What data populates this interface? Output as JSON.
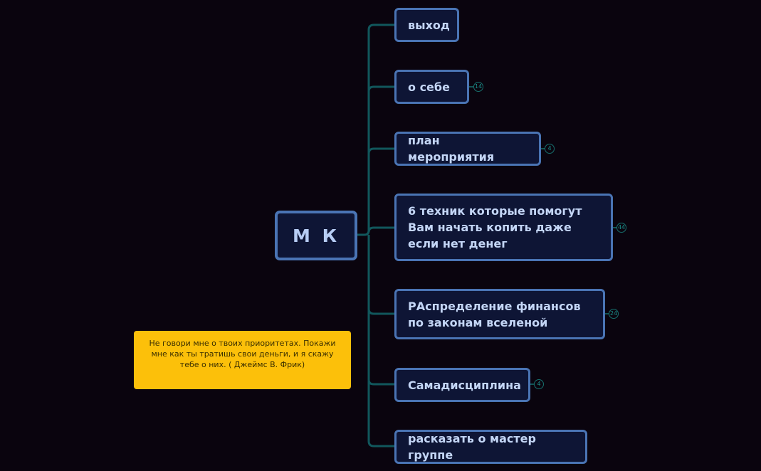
{
  "root": {
    "label": "М К"
  },
  "branches": [
    {
      "label": "выход",
      "count": ""
    },
    {
      "label": "о себе",
      "count": "14"
    },
    {
      "label": "план мероприятия",
      "count": "4"
    },
    {
      "label": "6 техник  которые помогут Вам начать копить даже если нет денег",
      "count": "44"
    },
    {
      "label": "РАспределение финансов  по законам вселеной",
      "count": "24"
    },
    {
      "label": "Самадисциплина",
      "count": "4"
    },
    {
      "label": "расказать о мастер группе",
      "count": ""
    }
  ],
  "note": {
    "text": "Не говори мне о твоих приоритетах. Покажи мне как ты тратишь свои деньги, и я скажу тебе о них. ( Джеймс В. Фрик)"
  },
  "colors": {
    "background": "#0a040e",
    "node_fill": "#0e1535",
    "node_border": "#4a74b4",
    "connector": "#11575c",
    "badge": "#1b8f8b",
    "note_fill": "#fcc00a"
  }
}
